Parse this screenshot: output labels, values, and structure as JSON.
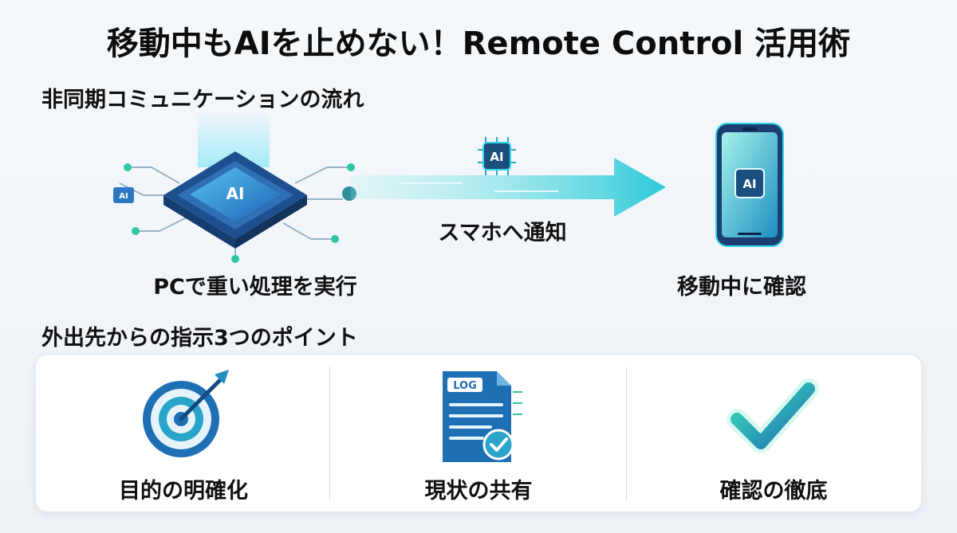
{
  "title": "移動中もAIを止めない！Remote Control 活用術",
  "flow": {
    "heading": "非同期コミュニケーションの流れ",
    "chip_text": "AI",
    "pc_label": "PCで重い処理を実行",
    "notify_label": "スマホへ通知",
    "phone_label": "移動中に確認"
  },
  "points": {
    "heading": "外出先からの指示3つのポイント",
    "items": [
      {
        "label": "目的の明確化",
        "icon": "target-icon"
      },
      {
        "label": "現状の共有",
        "icon": "log-document-icon",
        "icon_text": "LOG"
      },
      {
        "label": "確認の徹底",
        "icon": "checkmark-icon"
      }
    ]
  },
  "colors": {
    "accent_blue": "#1f6fb5",
    "accent_cyan": "#33d6e8",
    "accent_teal": "#2fc6a8"
  }
}
